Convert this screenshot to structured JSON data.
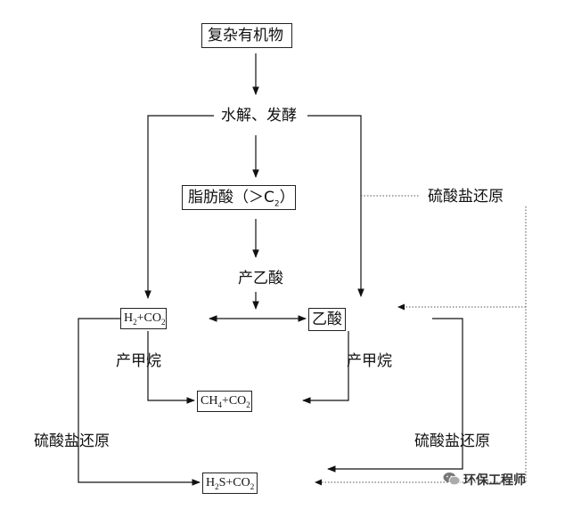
{
  "nodes": {
    "complex_organics": "复杂有机物",
    "hydrolysis_fermentation": "水解、发酵",
    "fatty_acid": {
      "prefix": "脂肪酸（＞C",
      "sub": "2",
      "suffix": "）"
    },
    "acetogenesis": "产乙酸",
    "h2_co2": {
      "a": "H",
      "a_sub": "2",
      "b": "+CO",
      "b_sub": "2"
    },
    "acetic_acid": "乙酸",
    "methanogenesis_left": "产甲烷",
    "methanogenesis_right": "产甲烷",
    "ch4_co2": {
      "a": "CH",
      "a_sub": "4",
      "b": "+CO",
      "b_sub": "2"
    },
    "sulfate_reduction_left": "硫酸盐还原",
    "sulfate_reduction_right": "硫酸盐还原",
    "sulfate_reduction_top": "硫酸盐还原",
    "h2s_co2": {
      "a": "H",
      "a_sub": "2",
      "b": "S+CO",
      "b_sub": "2"
    }
  },
  "watermark": {
    "text": "环保工程师",
    "icon": "wechat-icon"
  },
  "colors": {
    "line": "#111111",
    "dotted": "#555555"
  }
}
